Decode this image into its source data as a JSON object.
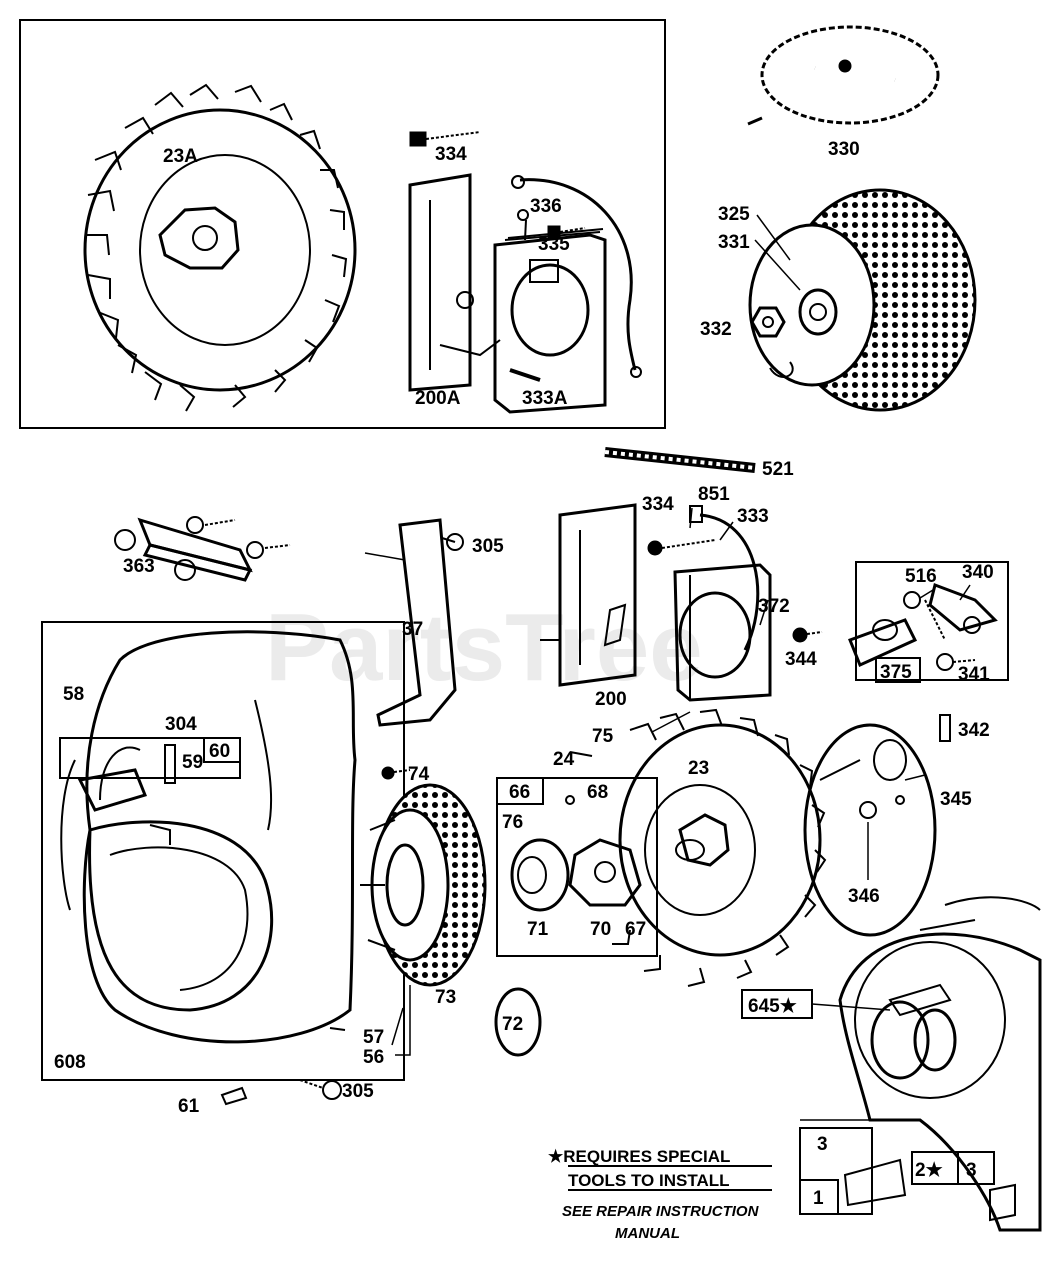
{
  "watermark": "PartsTree",
  "labels": {
    "l23A": "23A",
    "l334a": "334",
    "l336": "336",
    "l335": "335",
    "l200A": "200A",
    "l333A": "333A",
    "l330": "330",
    "l325": "325",
    "l331": "331",
    "l332": "332",
    "l521": "521",
    "l851": "851",
    "l334b": "334",
    "l333": "333",
    "l363": "363",
    "l305a": "305",
    "l37": "37",
    "l372": "372",
    "l516": "516",
    "l340": "340",
    "l344": "344",
    "l375": "375",
    "l341": "341",
    "l200": "200",
    "l58": "58",
    "l304": "304",
    "l60": "60",
    "l59": "59",
    "l75": "75",
    "l24": "24",
    "l23": "23",
    "l342": "342",
    "l74": "74",
    "l66": "66",
    "l68": "68",
    "l76": "76",
    "l345": "345",
    "l346": "346",
    "l71": "71",
    "l70": "70",
    "l67": "67",
    "l73": "73",
    "l645": "645★",
    "l72": "72",
    "l57": "57",
    "l56": "56",
    "l608": "608",
    "l61": "61",
    "l305b": "305",
    "l3a": "3",
    "l2star": "2★",
    "l3b": "3",
    "l1": "1"
  },
  "notes": {
    "special_tools_line1": "★REQUIRES SPECIAL",
    "special_tools_line2": "TOOLS TO INSTALL",
    "repair_line1": "SEE REPAIR INSTRUCTION",
    "repair_line2": "MANUAL"
  }
}
